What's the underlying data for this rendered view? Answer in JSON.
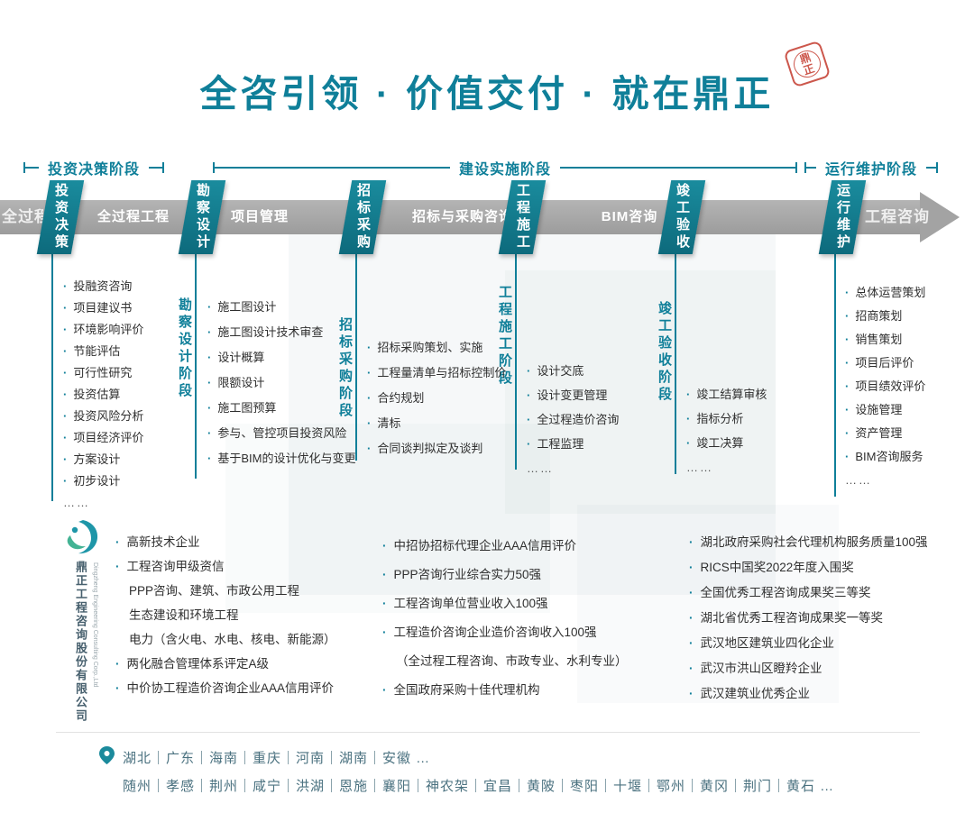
{
  "colors": {
    "teal": "#0f7f99",
    "teal-dark": "#0c6478",
    "banner-gray": "#a6a6a6",
    "seal-red": "#c43a2d",
    "text": "#2f2f2f"
  },
  "title": {
    "text": "全咨引领 · 价值交付 · 就在鼎正",
    "seal_text": "鼎正"
  },
  "phases": [
    {
      "label": "投资决策阶段"
    },
    {
      "label": "建设实施阶段"
    },
    {
      "label": "运行维护阶段"
    }
  ],
  "banner": {
    "left_text": "全过程工程咨询",
    "right_text": "工程咨询",
    "segments": [
      "全过程工程",
      "项目管理",
      "招标与采购咨询",
      "BIM咨询"
    ],
    "ribbons": [
      "投资决策",
      "勘察设计",
      "招标采购",
      "工程施工",
      "竣工验收",
      "运行维护"
    ]
  },
  "service_columns": [
    {
      "vertical_label": "",
      "items": [
        "投融资咨询",
        "项目建议书",
        "环境影响评价",
        "节能评估",
        "可行性研究",
        "投资估算",
        "投资风险分析",
        "项目经济评价",
        "方案设计",
        "初步设计",
        "……"
      ]
    },
    {
      "vertical_label": "勘察设计阶段",
      "items": [
        "施工图设计",
        "施工图设计技术审查",
        "设计概算",
        "限额设计",
        "施工图预算",
        "参与、管控项目投资风险",
        "基于BIM的设计优化与变更"
      ]
    },
    {
      "vertical_label": "招标采购阶段",
      "items": [
        "招标采购策划、实施",
        "工程量清单与招标控制价",
        "合约规划",
        "清标",
        "合同谈判拟定及谈判"
      ]
    },
    {
      "vertical_label": "工程施工阶段",
      "items": [
        "设计交底",
        "设计变更管理",
        "全过程造价咨询",
        "工程监理",
        "……"
      ]
    },
    {
      "vertical_label": "竣工验收阶段",
      "items": [
        "竣工结算审核",
        "指标分析",
        "竣工决算",
        "……"
      ]
    },
    {
      "vertical_label": "",
      "items": [
        "总体运营策划",
        "招商策划",
        "销售策划",
        "项目后评价",
        "项目绩效评价",
        "设施管理",
        "资产管理",
        "BIM咨询服务",
        "……"
      ]
    }
  ],
  "qualifications": {
    "company_name": "鼎正工程咨询股份有限公司",
    "company_name_en": "Dingzheng Engineering Consulting Corp.,Ltd",
    "col1": [
      "高新技术企业",
      "工程咨询甲级资信",
      "PPP咨询、建筑、市政公用工程",
      "生态建设和环境工程",
      "电力（含火电、水电、核电、新能源）",
      "两化融合管理体系评定A级",
      "中价协工程造价咨询企业AAA信用评价"
    ],
    "col2": [
      "中招协招标代理企业AAA信用评价",
      "PPP咨询行业综合实力50强",
      "工程咨询单位营业收入100强",
      "工程造价咨询企业造价咨询收入100强",
      "（全过程工程咨询、市政专业、水利专业）",
      "全国政府采购十佳代理机构"
    ],
    "col3": [
      "湖北政府采购社会代理机构服务质量100强",
      "RICS中国奖2022年度入围奖",
      "全国优秀工程咨询成果奖三等奖",
      "湖北省优秀工程咨询成果奖一等奖",
      "武汉地区建筑业四化企业",
      "武汉市洪山区瞪羚企业",
      "武汉建筑业优秀企业"
    ]
  },
  "locations": {
    "provinces": "湖北｜广东｜海南｜重庆｜河南｜湖南｜安徽 …",
    "cities": "随州｜孝感｜荆州｜咸宁｜洪湖｜恩施｜襄阳｜神农架｜宜昌｜黄陂｜枣阳｜十堰｜鄂州｜黄冈｜荆门｜黄石 …"
  }
}
